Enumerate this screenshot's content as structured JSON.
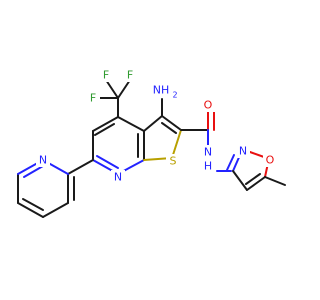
{
  "labels": {
    "F_top_left": "F",
    "F_top_right": "F",
    "F_left": "F",
    "NH2_N": "NH",
    "NH2_sub": "2",
    "O_amide": "O",
    "N_amide": "N",
    "H_amide": "H",
    "N_pyridine_core": "N",
    "S_thiophene": "S",
    "N_pyridyl": "N",
    "N_isox": "N",
    "O_isox": "O"
  },
  "colors": {
    "bond": "#1a1a1a",
    "nitrogen": "#2323ff",
    "oxygen": "#e81010",
    "sulfur": "#b8a000",
    "fluorine": "#2f9a2f"
  }
}
